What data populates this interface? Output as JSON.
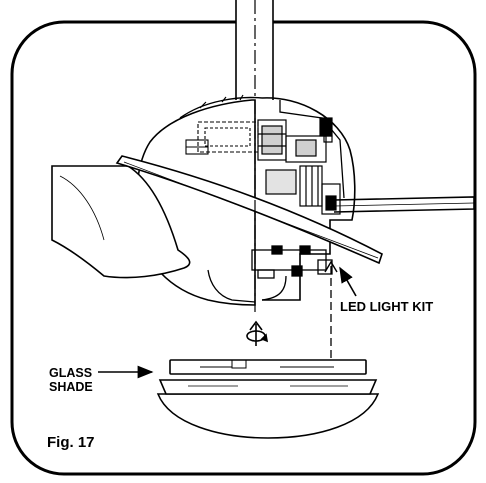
{
  "labels": {
    "led_light_kit": "LED LIGHT KIT",
    "glass_shade_line1": "GLASS",
    "glass_shade_line2": "SHADE",
    "figure": "Fig. 17"
  },
  "colors": {
    "stroke": "#000000",
    "background": "#ffffff",
    "hatch": "#444444"
  },
  "icons": {
    "rotation": "rotate-arrow-icon"
  }
}
